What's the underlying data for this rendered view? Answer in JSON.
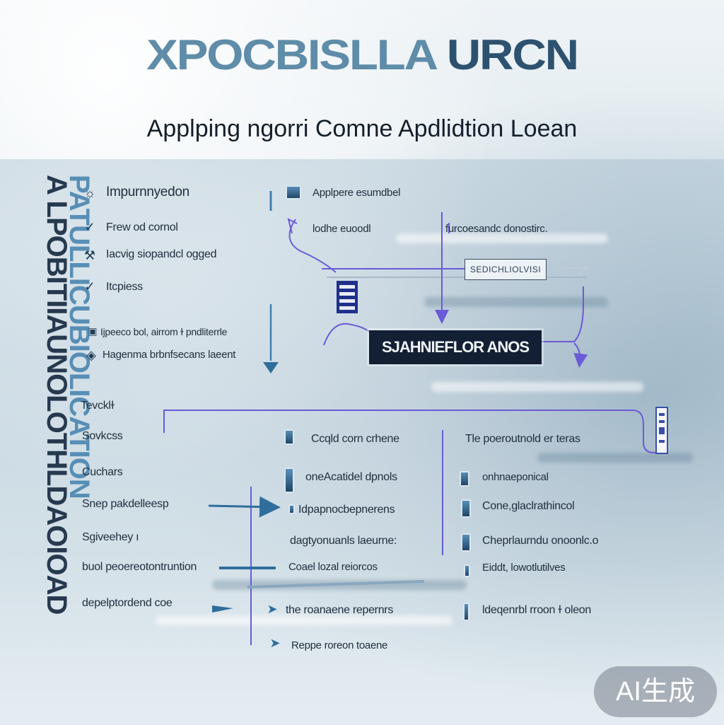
{
  "brand": {
    "text": "XPOCBISLLA",
    "tail": "URCN"
  },
  "subtitle": "Applping ngorri Comne Apdlidtion Loean",
  "banner": {
    "line1": "A LPOBITIIAUNOLOTHLDAOIOAD",
    "line2": "PATULLICUBIOLICATION"
  },
  "top_left_items": [
    {
      "icon": "lightbulb-icon",
      "glyph": "☼",
      "label": "Impurnnyedon"
    },
    {
      "icon": "check-icon",
      "glyph": "✓",
      "label": "Frew od cornol"
    },
    {
      "icon": "tool-icon",
      "glyph": "⚒",
      "label": "Iacvig siopandcl ogged"
    },
    {
      "icon": "check-icon",
      "glyph": "✓",
      "label": "Itcpiess"
    },
    {
      "icon": "tag-icon",
      "glyph": "▣",
      "label": "Ijpeeco bol, airrom ɫ pndliterrle"
    },
    {
      "icon": "shield-icon",
      "glyph": "◈",
      "label": "Hagenma brbnfsecans laeent"
    }
  ],
  "diagram": {
    "top_label": "Applpere esumdbel",
    "label_left": "lodhe euoodl",
    "label_right": "furcoesandc donostirc.",
    "small_node": "SEDICHLIOLVISI",
    "main_node": "SJAHNIEFLOR ANOS"
  },
  "bottom_left_items": [
    {
      "label": "Tevcklɫ"
    },
    {
      "label": "Sovkcss"
    },
    {
      "label": "Cuchars"
    },
    {
      "label": "Snep pakdelleesp"
    },
    {
      "label": "Sgiveehey ı"
    },
    {
      "label": "buol peoereotontruntion"
    },
    {
      "label": "depelptordend coe"
    }
  ],
  "middle_column": {
    "items": [
      {
        "label": "Ccqld corn crhene"
      },
      {
        "label": "oneAcatidel dpnols"
      },
      {
        "label": "Idpapnocbepnerens"
      },
      {
        "label": "dagtyonuanls laeurne:"
      },
      {
        "label": "Coael lozal reiorcos"
      },
      {
        "label": "the roanaene repernrs"
      },
      {
        "label": "Reppe roreon toaene"
      }
    ]
  },
  "right_column": {
    "header": "Tle poeroutnold er teras",
    "items": [
      {
        "label": "onhnaeponical"
      },
      {
        "label": "Cone,glaclrathincol"
      },
      {
        "label": "Cheprlaurndu onoonlc.o"
      },
      {
        "label": "Eiddt, lowotlutilves"
      },
      {
        "label": "ldeqenrbl rroon ɫ oleon"
      }
    ]
  },
  "watermark": "AI生成",
  "colors": {
    "accent_purple": "#6a5bd6",
    "accent_blue": "#3e7fb0",
    "node_dark": "#131f33"
  }
}
